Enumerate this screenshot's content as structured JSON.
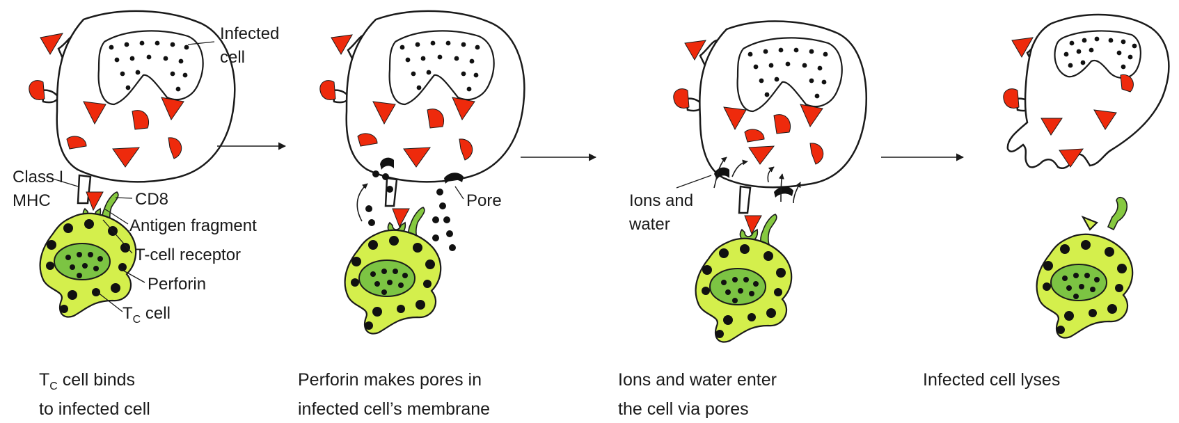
{
  "labels": {
    "infected_cell": [
      "Infected",
      "cell"
    ],
    "class1_mhc": [
      "Class I",
      "MHC"
    ],
    "cd8": "CD8",
    "antigen_fragment": "Antigen fragment",
    "t_cell_receptor": "T-cell receptor",
    "perforin": "Perforin",
    "tc_cell": {
      "main": "T",
      "sub": "C",
      "rest": " cell"
    },
    "pore": "Pore",
    "ions_water": [
      "Ions and",
      "water"
    ]
  },
  "captions": [
    {
      "line1_main": "T",
      "line1_sub": "C",
      "line1_rest": " cell binds",
      "line2": "to infected cell"
    },
    {
      "line1": "Perforin makes pores in",
      "line2": "infected cell’s membrane"
    },
    {
      "line1": "Ions and water enter",
      "line2": "the cell via pores"
    },
    {
      "line1": "Infected cell lyses",
      "line2": ""
    }
  ],
  "colors": {
    "antigen_red": "#ee2a0c",
    "tcell_yellow_green": "#d4ef4c",
    "tcell_nucleus_green": "#7cc443",
    "outline": "#1a1a1a"
  }
}
